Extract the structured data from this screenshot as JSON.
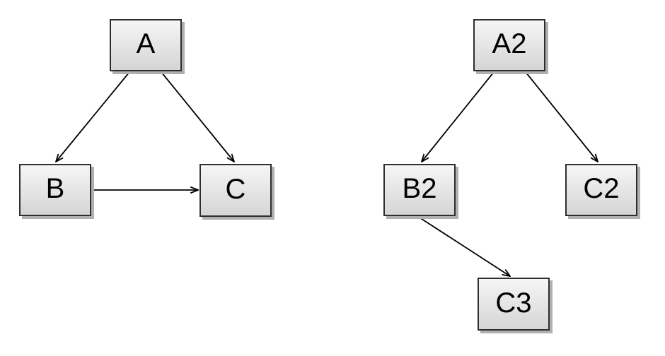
{
  "diagrams": [
    {
      "id": "left-graph",
      "nodes": [
        {
          "id": "A",
          "label": "A"
        },
        {
          "id": "B",
          "label": "B"
        },
        {
          "id": "C",
          "label": "C"
        }
      ],
      "edges": [
        {
          "from": "A",
          "to": "B"
        },
        {
          "from": "A",
          "to": "C"
        },
        {
          "from": "B",
          "to": "C"
        }
      ]
    },
    {
      "id": "right-graph",
      "nodes": [
        {
          "id": "A2",
          "label": "A2"
        },
        {
          "id": "B2",
          "label": "B2"
        },
        {
          "id": "C2",
          "label": "C2"
        },
        {
          "id": "C3",
          "label": "C3"
        }
      ],
      "edges": [
        {
          "from": "A2",
          "to": "B2"
        },
        {
          "from": "A2",
          "to": "C2"
        },
        {
          "from": "B2",
          "to": "C3"
        }
      ]
    }
  ],
  "colors": {
    "node_fill_top": "#f6f6f6",
    "node_fill_bottom": "#d5d5d5",
    "node_border": "#2e2e2e",
    "node_shadow": "#b0b0b0",
    "edge_stroke": "#000000",
    "label_text": "#000000",
    "background": "#ffffff"
  }
}
